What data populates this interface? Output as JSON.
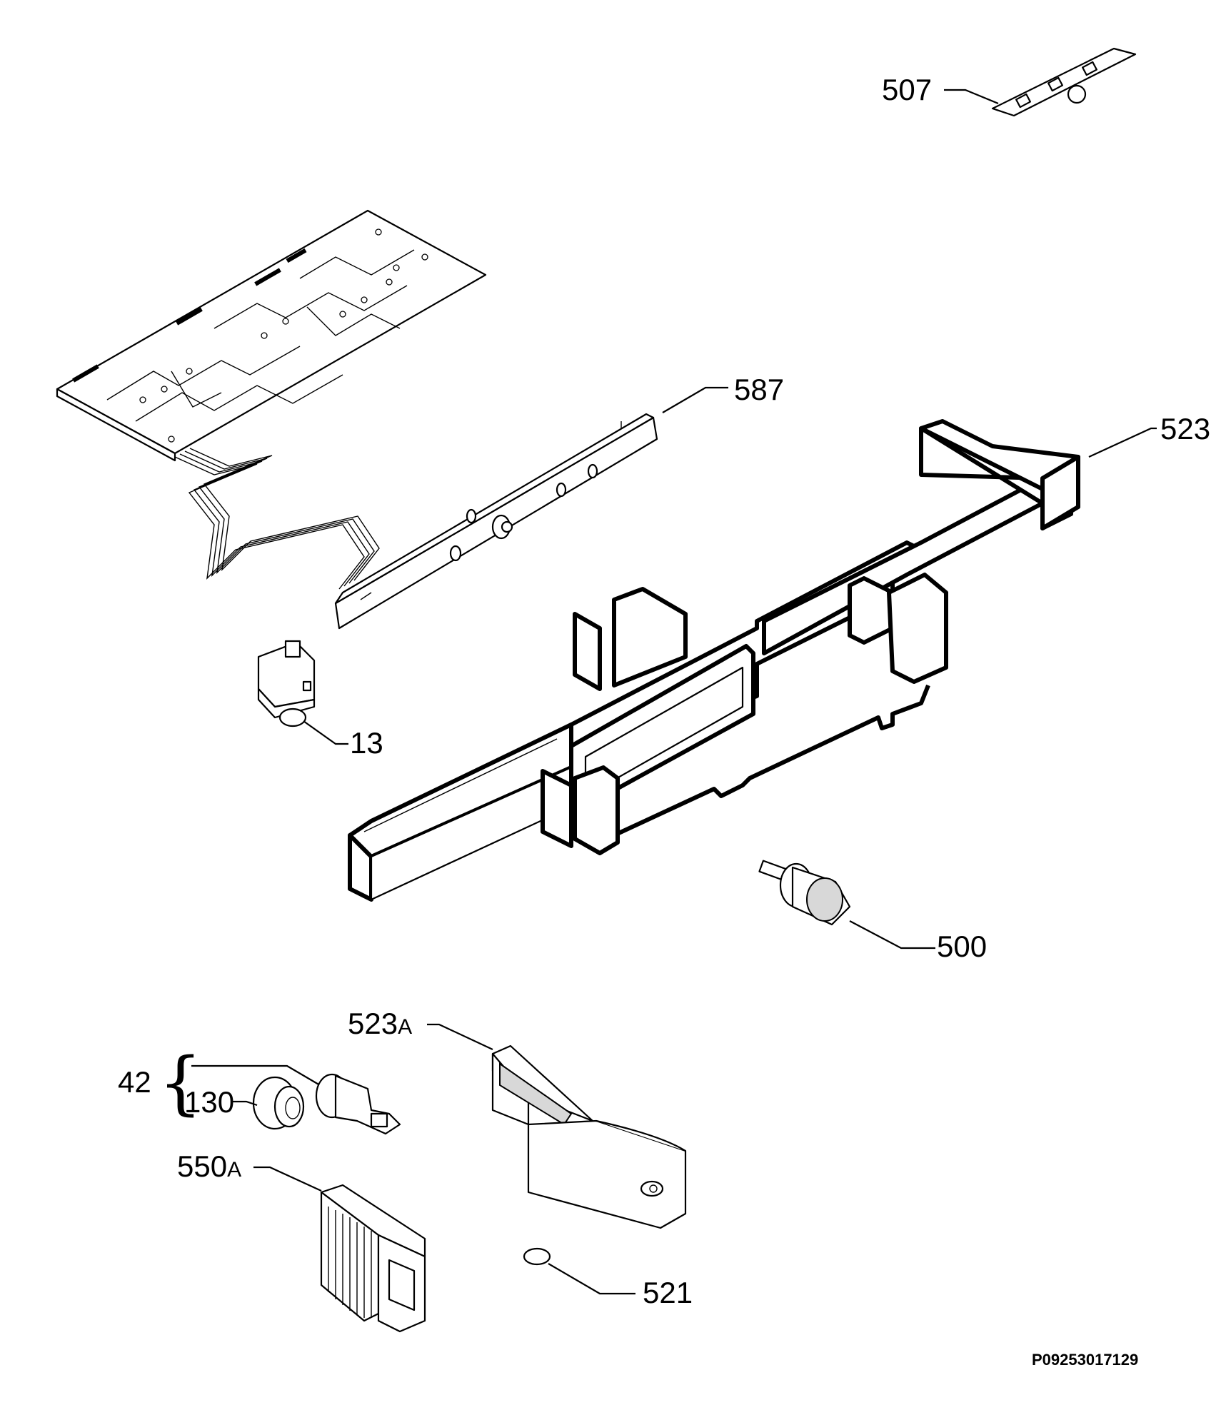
{
  "callouts": {
    "c507": "507",
    "c587": "587",
    "c523": "523",
    "c13": "13",
    "c500": "500",
    "c523a_num": "523",
    "c523a_suffix": "A",
    "c42": "42",
    "c130": "130",
    "c550a_num": "550",
    "c550a_suffix": "A",
    "c521": "521"
  },
  "reference_code": "P09253017129"
}
